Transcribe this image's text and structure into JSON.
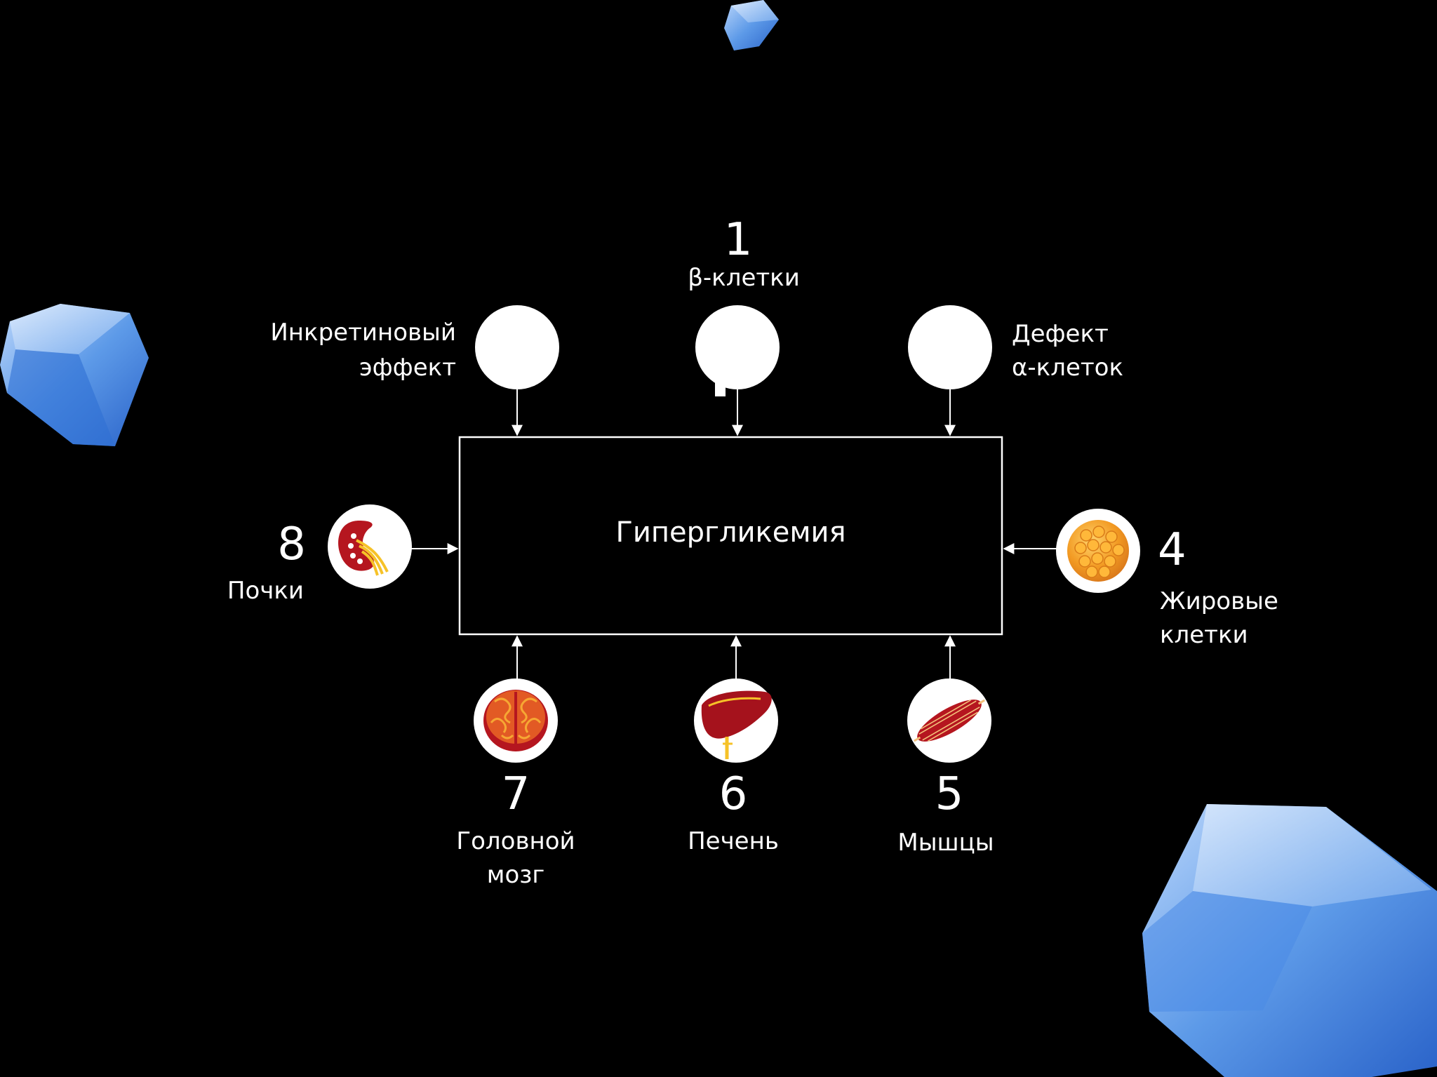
{
  "center_label": "Гипергликемия",
  "factors": {
    "incretin": {
      "label_line1": "Инкретиновый",
      "label_line2": "эффект"
    },
    "beta": {
      "number": "1",
      "label": "β-клетки"
    },
    "alpha": {
      "label_line1": "Дефект",
      "label_line2": "α-клеток"
    },
    "fat": {
      "number": "4",
      "label_line1": "Жировые",
      "label_line2": "клетки",
      "icon": "fat-cells-icon"
    },
    "muscle": {
      "number": "5",
      "label": "Мышцы",
      "icon": "muscle-icon"
    },
    "liver": {
      "number": "6",
      "label": "Печень",
      "icon": "liver-icon"
    },
    "brain": {
      "number": "7",
      "label_line1": "Головной",
      "label_line2": "мозг",
      "icon": "brain-icon"
    },
    "kidney": {
      "number": "8",
      "label": "Почки",
      "icon": "kidney-icon"
    }
  },
  "colors": {
    "background": "#000000",
    "line": "#ffffff",
    "crystal": "#3f86e6",
    "organ_red": "#b5161f",
    "organ_orange": "#ef8a22",
    "organ_yellow": "#f6c228"
  }
}
